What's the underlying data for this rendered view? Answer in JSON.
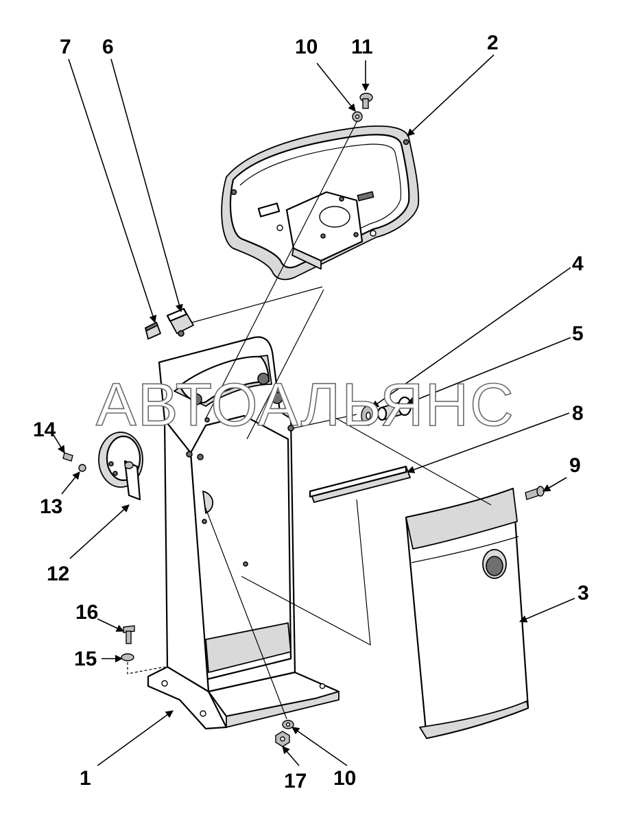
{
  "watermark": "АВТОАЛЬЯНС",
  "callouts": {
    "c1": "1",
    "c2": "2",
    "c3": "3",
    "c4": "4",
    "c5": "5",
    "c6": "6",
    "c7": "7",
    "c8": "8",
    "c9": "9",
    "c10_top": "10",
    "c10_bottom": "10",
    "c11": "11",
    "c12": "12",
    "c13": "13",
    "c14": "14",
    "c15": "15",
    "c16": "16",
    "c17": "17"
  }
}
